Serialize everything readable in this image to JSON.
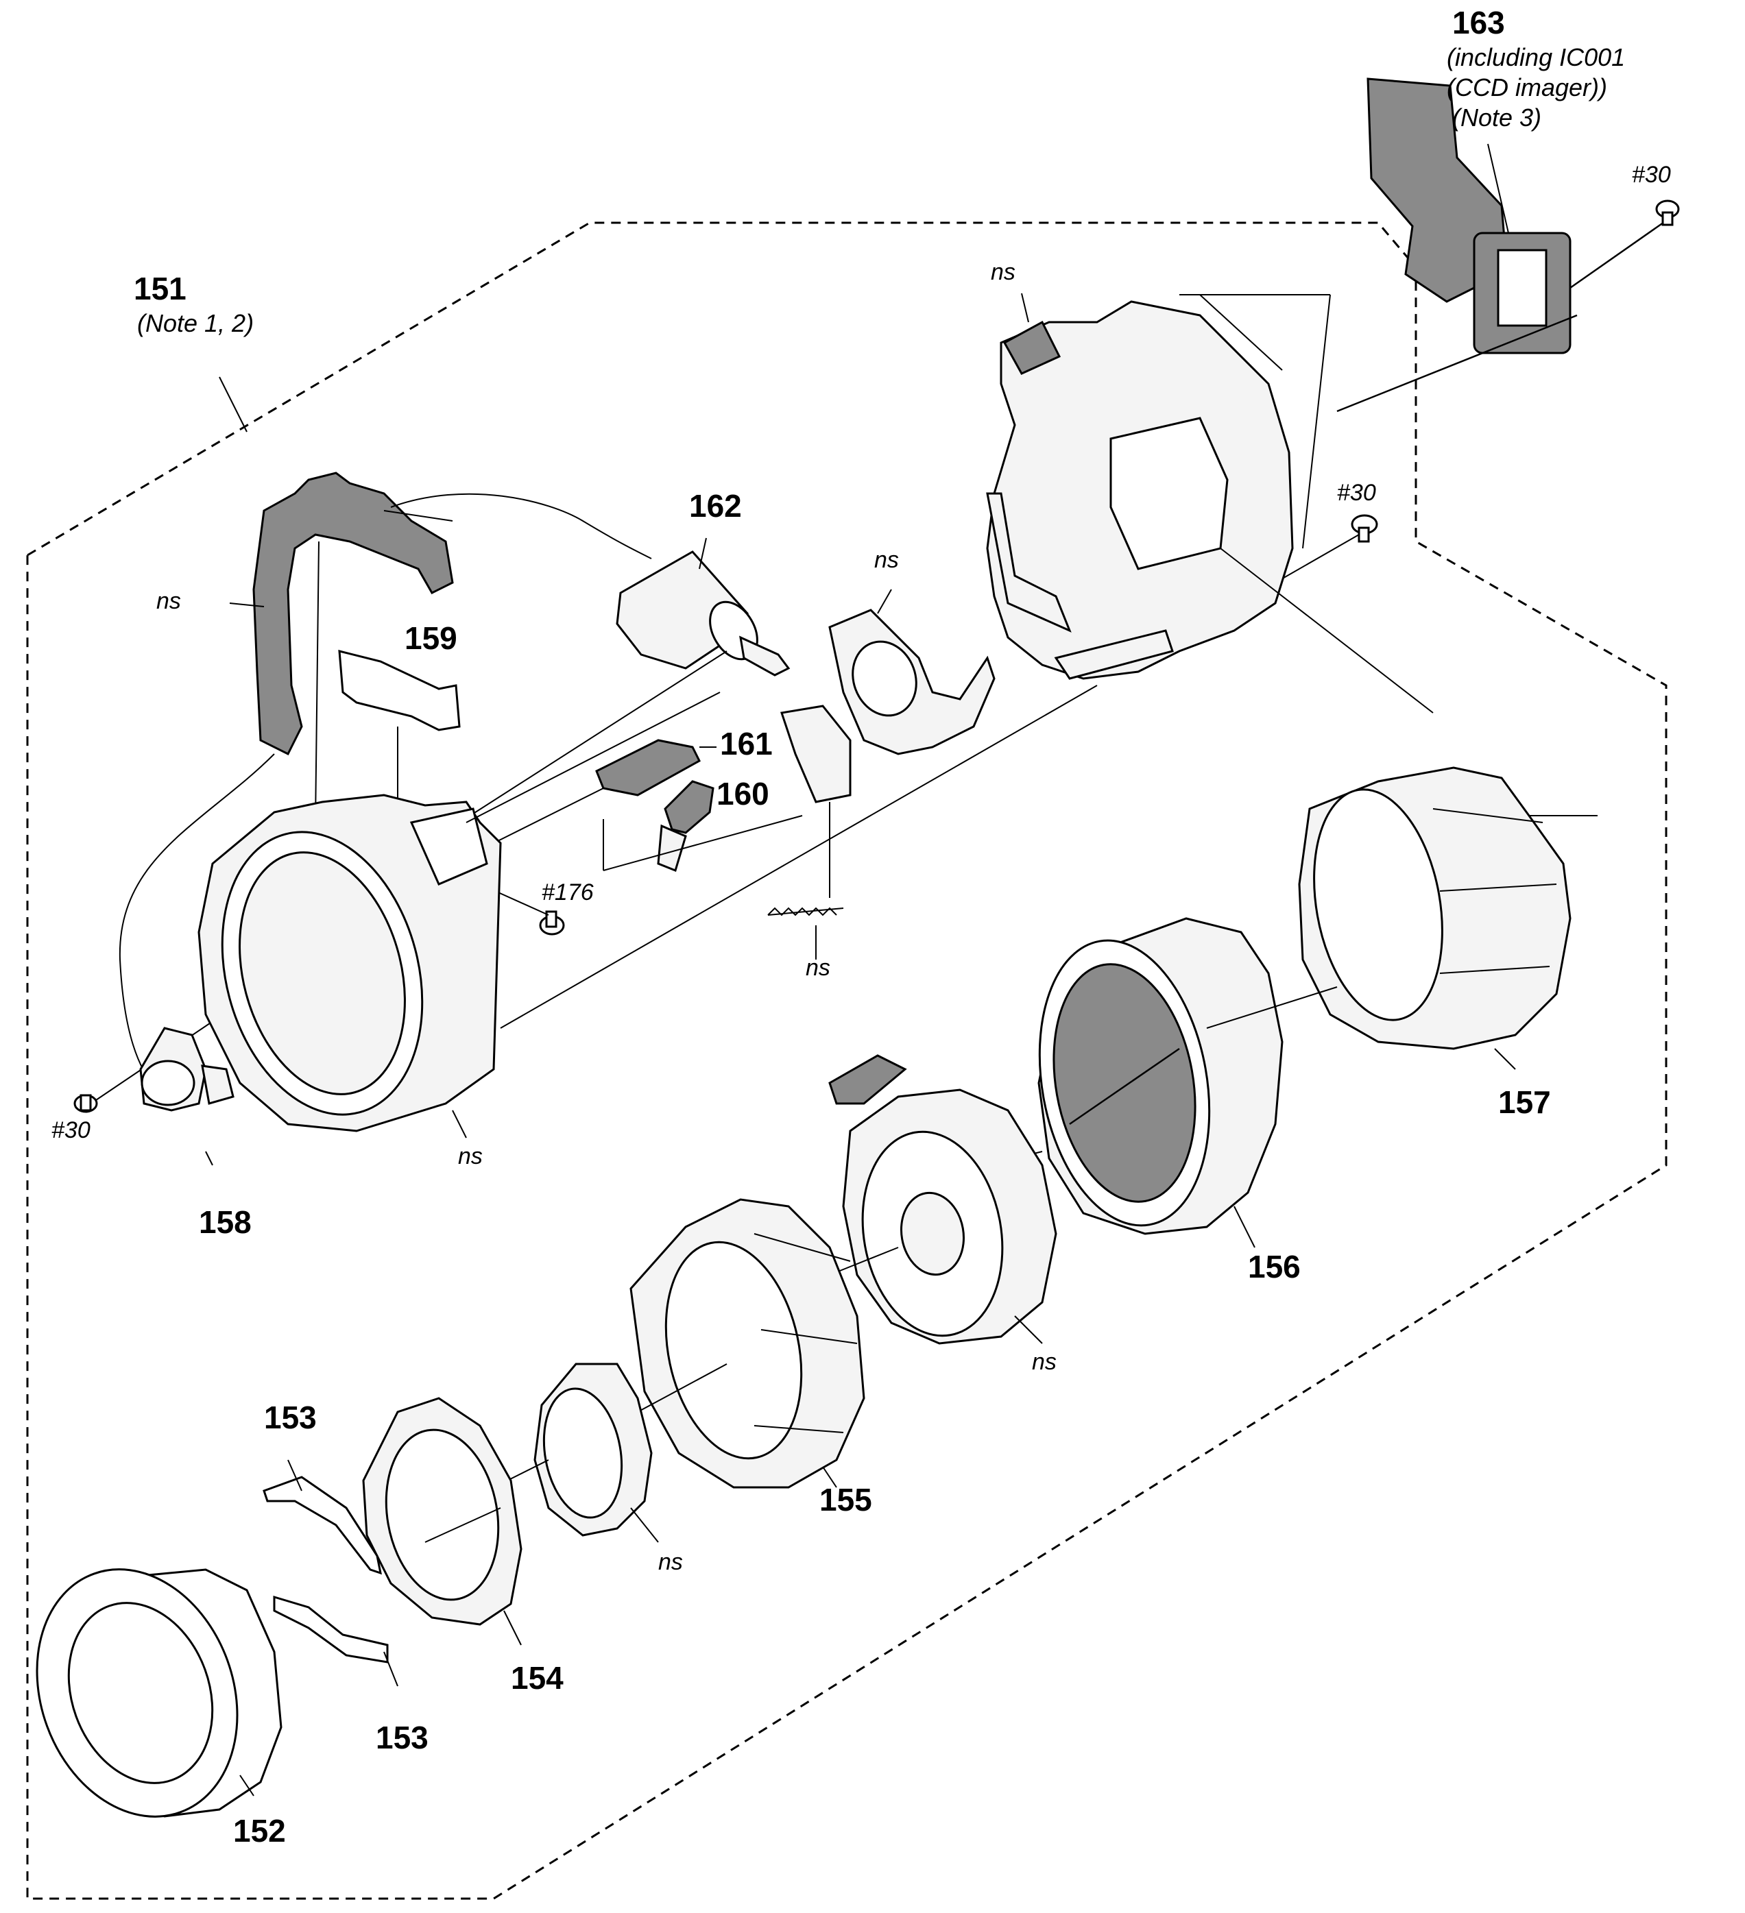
{
  "parts": {
    "p151": {
      "number": "151",
      "note": "(Note 1, 2)"
    },
    "p152": {
      "number": "152"
    },
    "p153a": {
      "number": "153"
    },
    "p153b": {
      "number": "153"
    },
    "p154": {
      "number": "154"
    },
    "p155": {
      "number": "155"
    },
    "p156": {
      "number": "156"
    },
    "p157": {
      "number": "157"
    },
    "p158": {
      "number": "158"
    },
    "p159": {
      "number": "159"
    },
    "p160": {
      "number": "160"
    },
    "p161": {
      "number": "161"
    },
    "p162": {
      "number": "162"
    },
    "p163": {
      "number": "163",
      "note_line1": "(including IC001",
      "note_line2": "(CCD imager))",
      "note_line3": "(Note 3)"
    }
  },
  "screws": {
    "s30_top": "#30",
    "s30_mid": "#30",
    "s30_left": "#30",
    "s176": "#176"
  },
  "ns_labels": {
    "ns_top_frame": "ns",
    "ns_flex": "ns",
    "ns_holder": "ns",
    "ns_spring": "ns",
    "ns_base": "ns",
    "ns_shutter": "ns",
    "ns_group2": "ns"
  }
}
